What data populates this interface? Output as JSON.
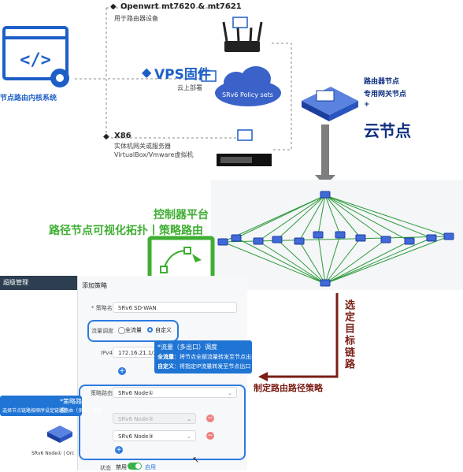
{
  "top": {
    "router_line": {
      "title": "Openwrt  mt7620 & mt7621",
      "sub": "用于路由器设备"
    },
    "vps": {
      "title": "VPS固件",
      "sub": "云上部署",
      "cloud_label": "SRv6 Policy sets"
    },
    "x86": {
      "title": "X86",
      "sub1": "实体机网关或服务器",
      "sub2": "VirtualBox/Vmware虚拟机"
    },
    "kernel_label": "节点路由内核系统",
    "node_types": {
      "line1": "路由器节点",
      "line2": "专用网关节点",
      "line3": "+",
      "line4": "云节点"
    }
  },
  "middle": {
    "controller": "控制器平台",
    "topology": "路径节点可视化拓扑丨策略路由",
    "side_vertical": "选定目标链路",
    "side_label": "制定路由路径策略"
  },
  "panel": {
    "left_header": "超级管理",
    "title": "添加策略",
    "name_label": "* 策略名称",
    "name_value": "SRv6 SD-WAN",
    "flow_label": "流量调度",
    "flow_opt1": "全流量",
    "flow_opt2": "自定义",
    "ipv4_label": "IPv4",
    "ipv4_value": "172.16.21.1/24",
    "route_label": "策略路由",
    "node1": "SRv6 Node①",
    "node2": "SRv6 Node②",
    "node3": "SRv6 Node③",
    "status_label": "状态",
    "status_enable": "禁用",
    "status_on": "启用",
    "node_caption": "SRv6 Node① | Orc"
  },
  "tips": {
    "flow_title": "*流量（多出口）调度",
    "flow_all_key": "全流量",
    "flow_all": "：将节点全部流量转发至节点出口",
    "flow_custom_key": "自定义",
    "flow_custom": "：将指定IP流量转发至节点出口",
    "route_title": "*策略路由",
    "route_desc": "选择节点链路按顺序设定链路路由（多跳）路径"
  },
  "colors": {
    "accent_blue": "#1e5fc7",
    "accent_green": "#3fae32",
    "link_green": "#2e9a3a",
    "arrow_red": "#7a1d14"
  }
}
